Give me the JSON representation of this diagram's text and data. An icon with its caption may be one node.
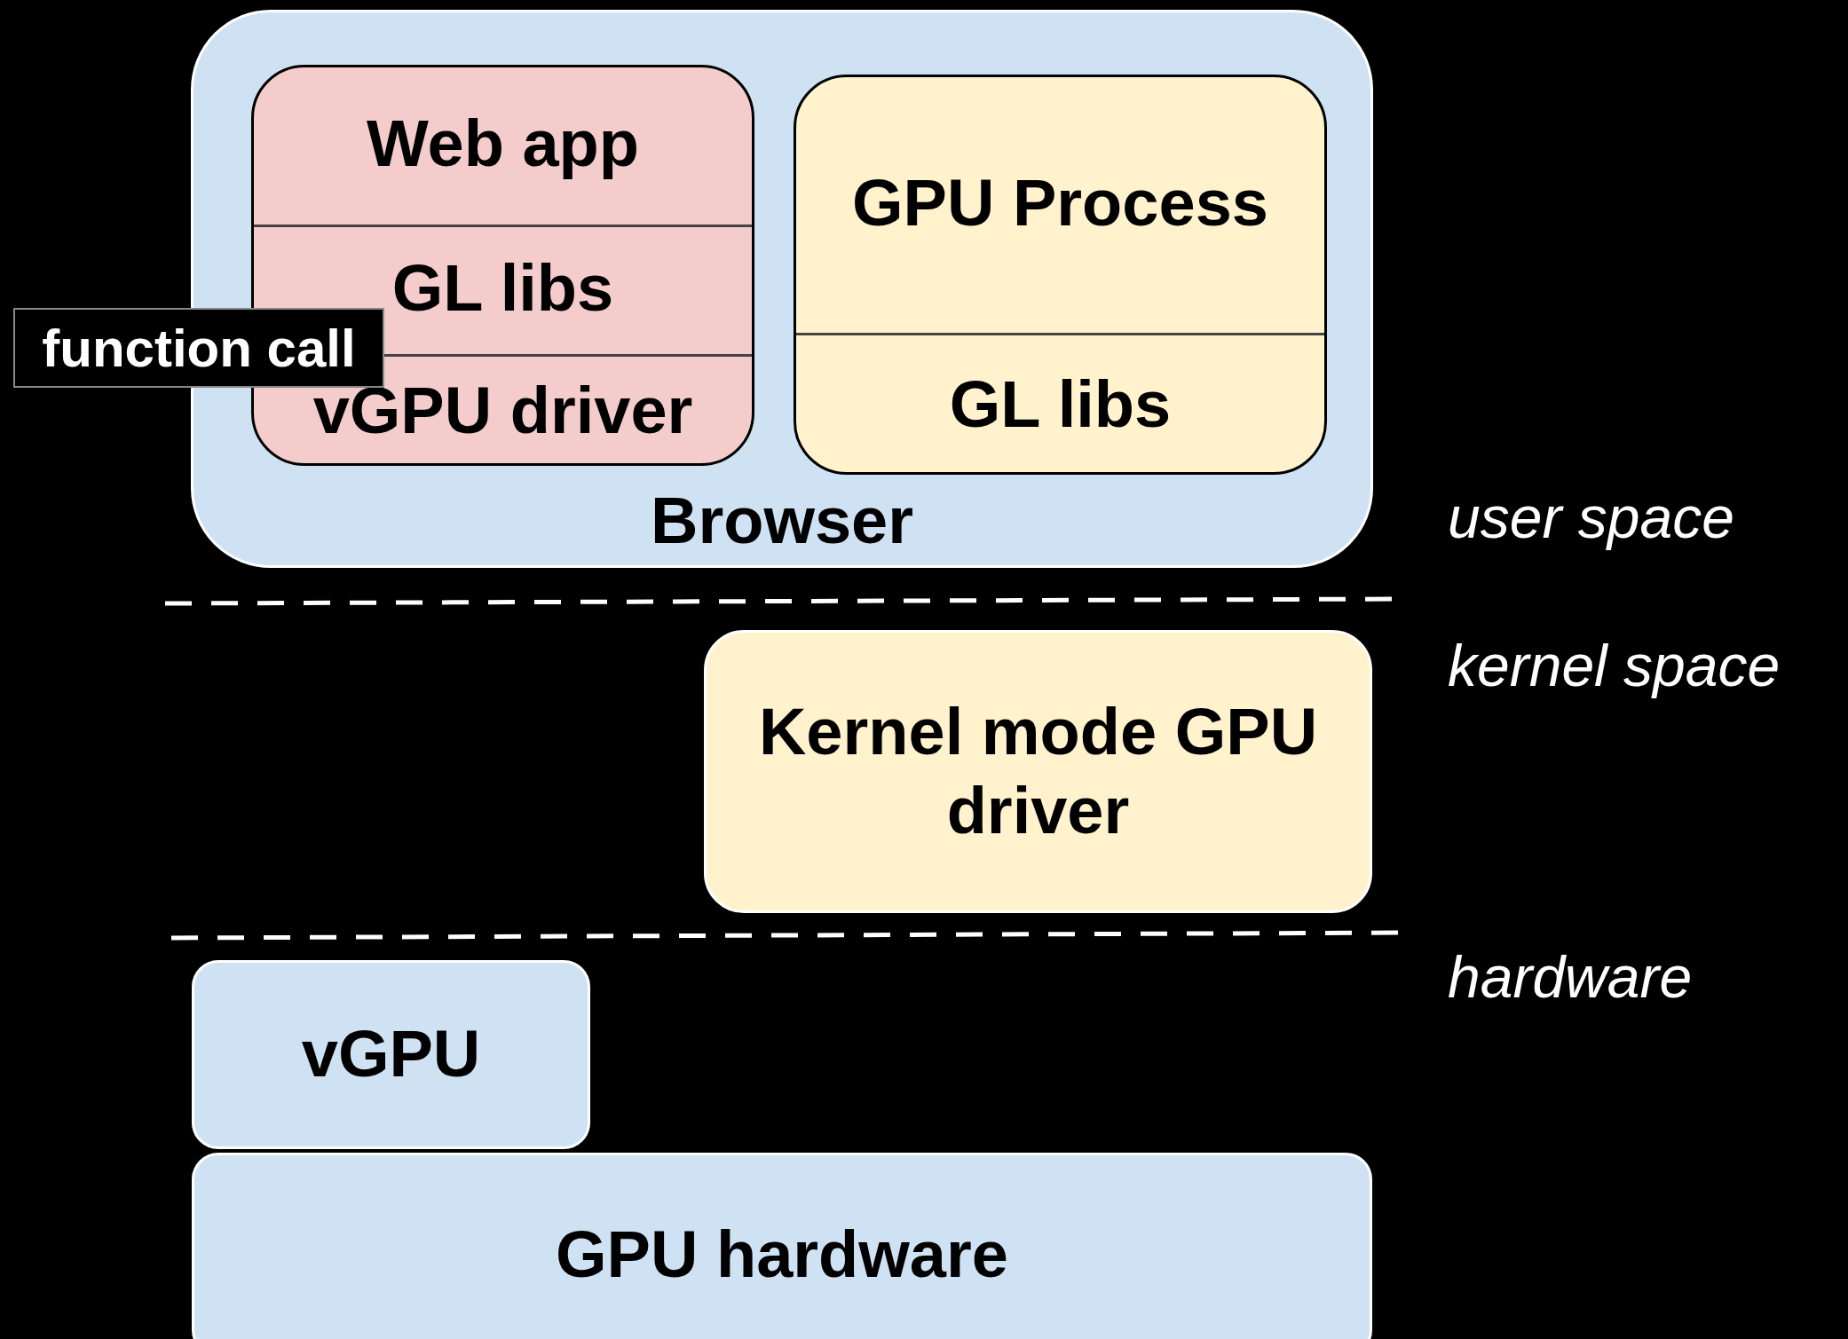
{
  "diagram": {
    "nodes": [
      {
        "text": [
          "Browser"
        ]
      },
      {
        "text": [
          "Web app",
          "GL libs",
          "vGPU driver"
        ],
        "in": 0
      },
      {
        "text": [
          "GPU Process",
          "GL libs"
        ],
        "in": 0
      },
      {
        "text": [
          "Kernel mode GPU driver"
        ]
      },
      {
        "text": [
          "vGPU"
        ]
      },
      {
        "text": [
          "GPU hardware"
        ]
      },
      {
        "text": [
          "function call"
        ]
      }
    ],
    "labels": [
      "user space",
      "kernel space",
      "hardware"
    ]
  }
}
